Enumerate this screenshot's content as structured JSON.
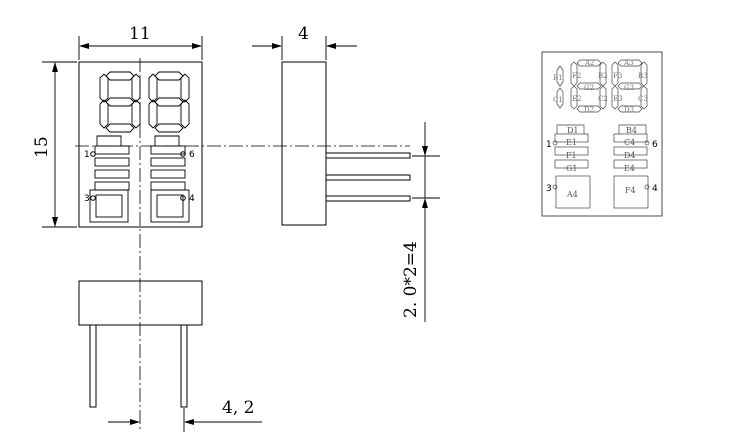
{
  "dimensions": {
    "width": "11",
    "depth": "4",
    "height": "15",
    "pin_spacing": "2. 0*2=4",
    "pin_row": "4, 2"
  },
  "pins": {
    "p1": "1",
    "p6": "6",
    "p3": "3",
    "p4": "4"
  },
  "segment_labels": {
    "a2": "A2",
    "b1": "B1",
    "f2": "F2",
    "b2": "B2",
    "a3": "A3",
    "f3": "F3",
    "b3": "B3",
    "c1": "C1",
    "e2": "E2",
    "g2": "G2",
    "c2": "C2",
    "e3": "E3",
    "g3": "G3",
    "c3": "C3",
    "d2": "D2",
    "d3": "D3",
    "d1": "D1",
    "e1": "E1",
    "f1": "F1",
    "g1": "G1",
    "b4": "B4",
    "c4": "C4",
    "d4": "D4",
    "e4": "E4",
    "a4": "A4",
    "f4": "F4"
  }
}
